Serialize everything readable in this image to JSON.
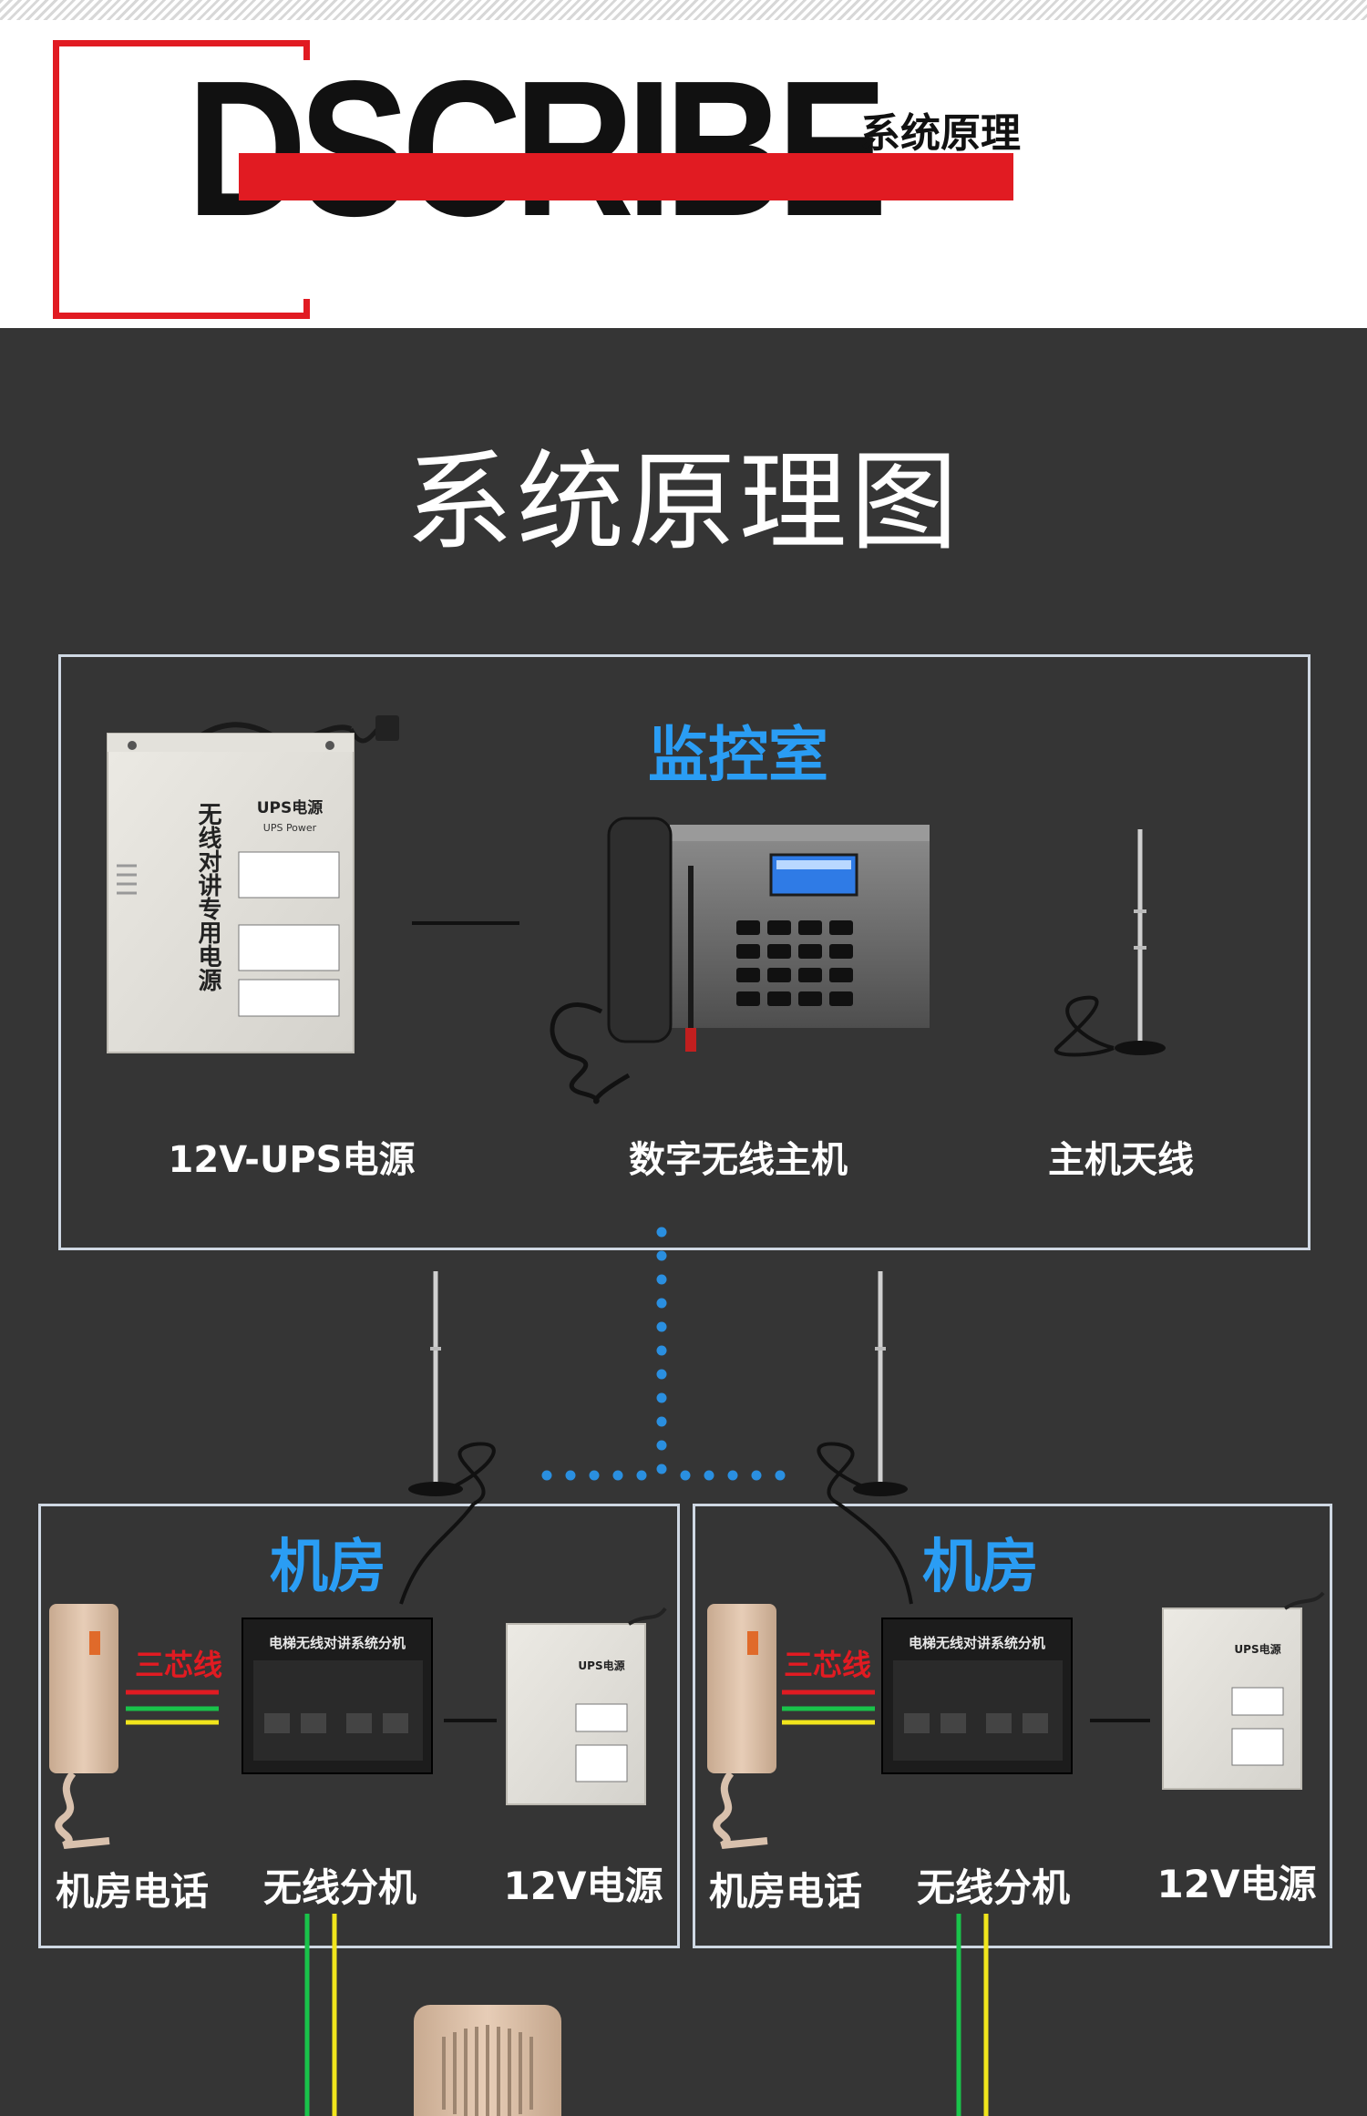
{
  "header": {
    "brand_word": "DSCRIBE",
    "subtitle": "系统原理"
  },
  "main_title": "系统原理图",
  "monitor_room": {
    "title": "监控室",
    "items": [
      {
        "label": "12V-UPS电源",
        "icon": "ups-power-box"
      },
      {
        "label": "数字无线主机",
        "icon": "desk-phone-host"
      },
      {
        "label": "主机天线",
        "icon": "antenna"
      }
    ]
  },
  "machine_rooms": [
    {
      "title": "机房",
      "wire_label": "三芯线",
      "items": [
        {
          "label": "机房电话",
          "icon": "wall-phone"
        },
        {
          "label": "无线分机",
          "icon": "wireless-extension-box"
        },
        {
          "label": "12V电源",
          "icon": "power-box"
        }
      ]
    },
    {
      "title": "机房",
      "wire_label": "三芯线",
      "items": [
        {
          "label": "机房电话",
          "icon": "wall-phone"
        },
        {
          "label": "无线分机",
          "icon": "wireless-extension-box"
        },
        {
          "label": "12V电源",
          "icon": "power-box"
        }
      ]
    }
  ],
  "device_text": {
    "ups_title": "UPS电源",
    "ups_sub": "UPS Power",
    "ups_side": "无线对讲专用电源",
    "extension_title": "电梯无线对讲系统分机"
  },
  "colors": {
    "accent_red": "#e11b22",
    "title_blue": "#2a9df4",
    "link_dots": "#2a8fe0",
    "wire_red": "#e11b22",
    "wire_green": "#19c34a",
    "wire_yellow": "#f1e51c",
    "background": "#353535"
  }
}
